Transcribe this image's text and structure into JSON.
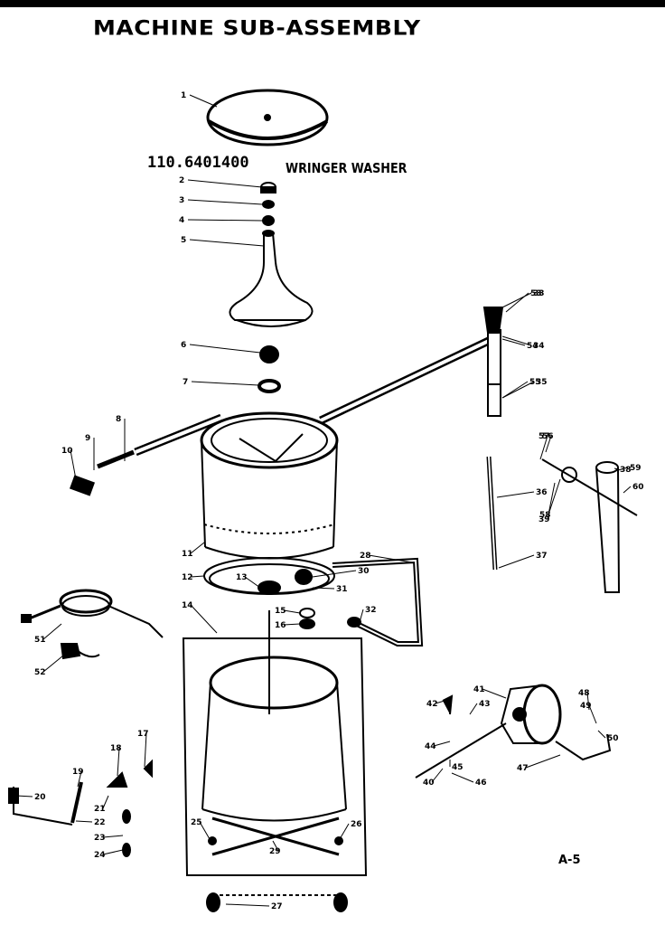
{
  "header": {
    "title": "MACHINE SUB-ASSEMBLY",
    "model_number": "110.6401400",
    "model_name": "WRINGER WASHER"
  },
  "footer": {
    "page_number": "A-5"
  },
  "callouts": [
    "1",
    "2",
    "3",
    "4",
    "5",
    "6",
    "7",
    "8",
    "9",
    "10",
    "11",
    "12",
    "13",
    "14",
    "15",
    "16",
    "17",
    "18",
    "19",
    "20",
    "21",
    "22",
    "23",
    "24",
    "25",
    "26",
    "27",
    "28",
    "29",
    "30",
    "31",
    "32",
    "33",
    "34",
    "35",
    "36",
    "37",
    "38",
    "39",
    "40",
    "41",
    "42",
    "43",
    "44",
    "45",
    "46",
    "47",
    "48",
    "49",
    "50",
    "51",
    "52",
    "53",
    "54",
    "55",
    "56",
    "57",
    "58",
    "59",
    "60"
  ]
}
